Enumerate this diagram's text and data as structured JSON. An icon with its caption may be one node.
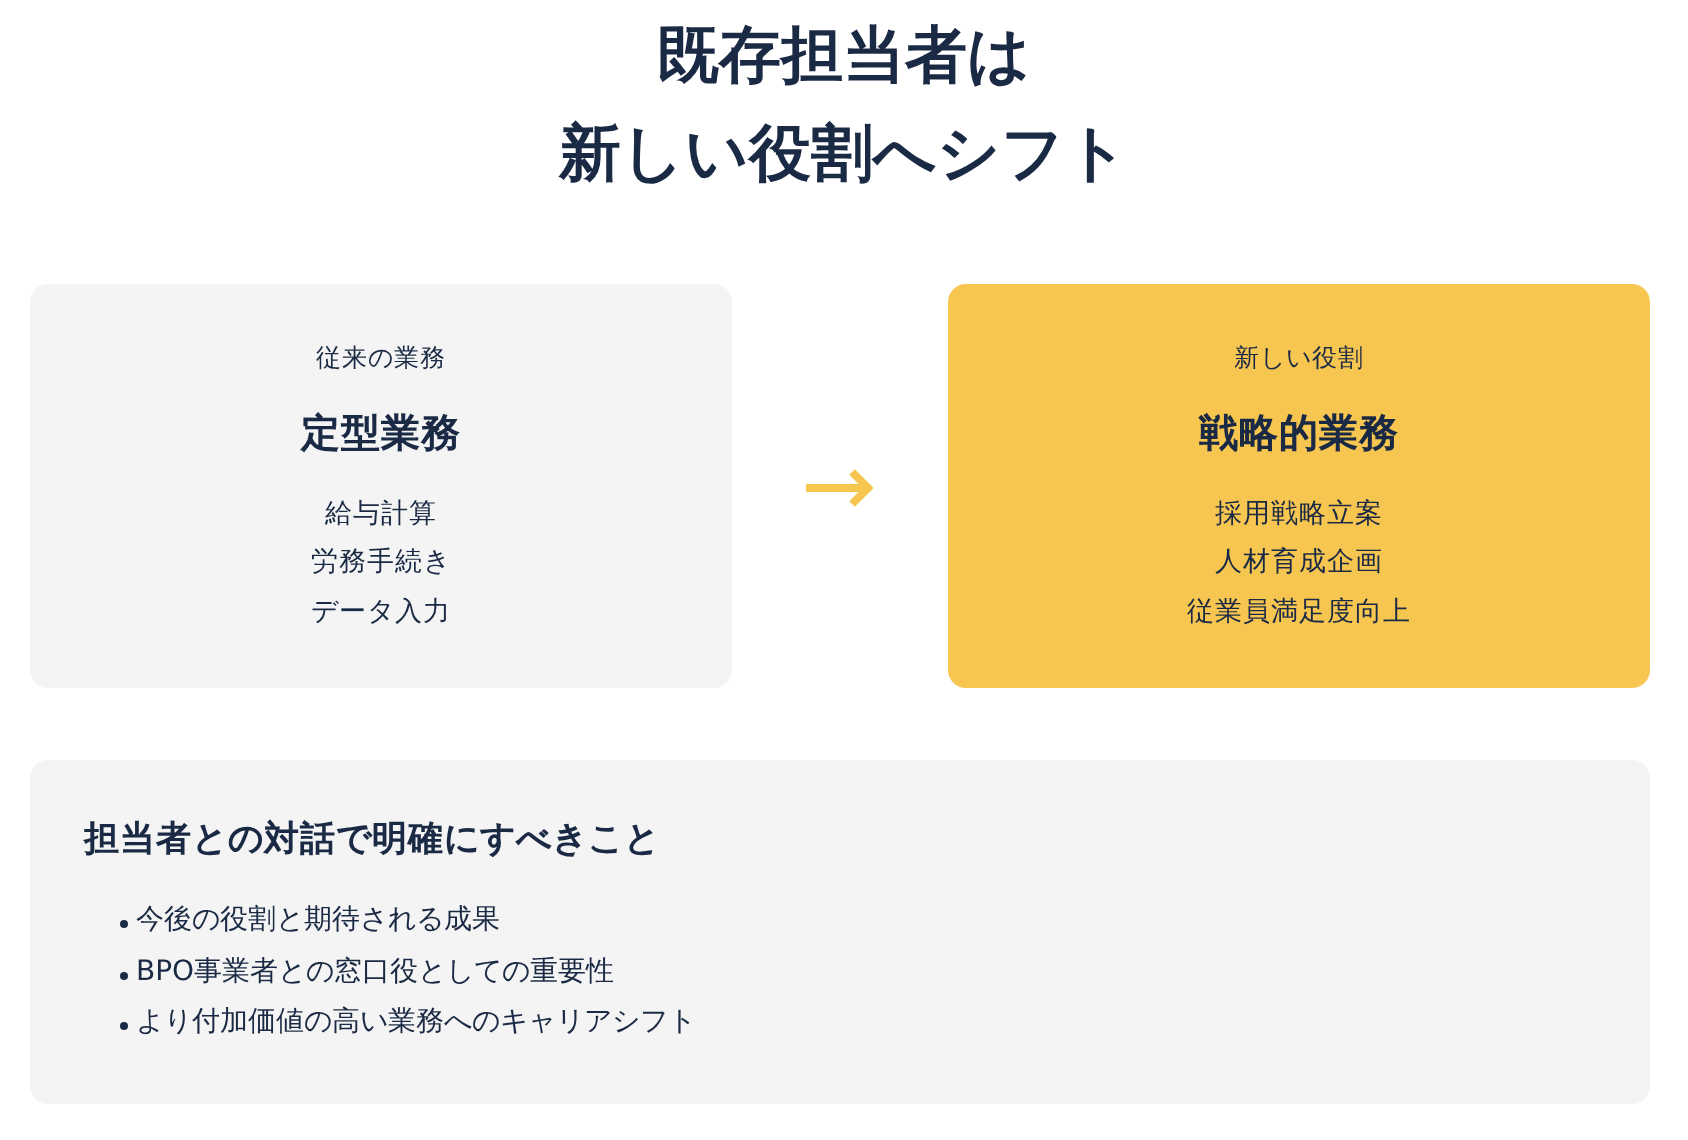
{
  "diagram": {
    "title": "既存担当者は新しい役割へシフト",
    "nodes": [
      {
        "text": [
          "従来の業務",
          "定型業務",
          "給与計算",
          "労務手続き",
          "データ入力"
        ]
      },
      {
        "text": [
          "新しい役割",
          "戦略的業務",
          "採用戦略立案",
          "人材育成企画",
          "従業員満足度向上"
        ]
      },
      {
        "text": [
          "担当者との対話で明確にすべきこと",
          "今後の役割と期待される成果",
          "BPO事業者との窓口役としての重要性",
          "より付加価値の高い業務へのキャリアシフト"
        ]
      }
    ],
    "edges": [
      {
        "from": 0,
        "to": 1,
        "arrow": "to",
        "color": "#f7c651"
      }
    ]
  }
}
